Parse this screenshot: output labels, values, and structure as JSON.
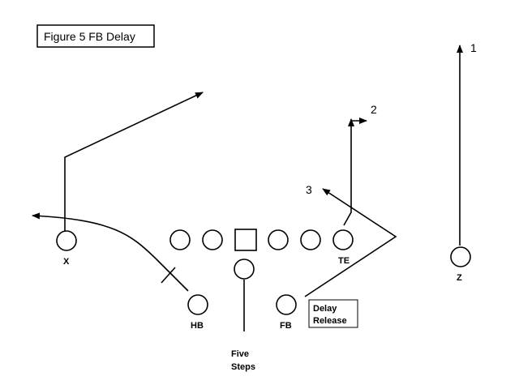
{
  "title": "Figure 5 FB Delay",
  "players": {
    "x": "X",
    "hb": "HB",
    "fb": "FB",
    "te": "TE",
    "z": "Z"
  },
  "route_numbers": {
    "one": "1",
    "two": "2",
    "three": "3"
  },
  "annotations": {
    "delay_line1": "Delay",
    "delay_line2": "Release",
    "five_line1": "Five",
    "five_line2": "Steps"
  }
}
